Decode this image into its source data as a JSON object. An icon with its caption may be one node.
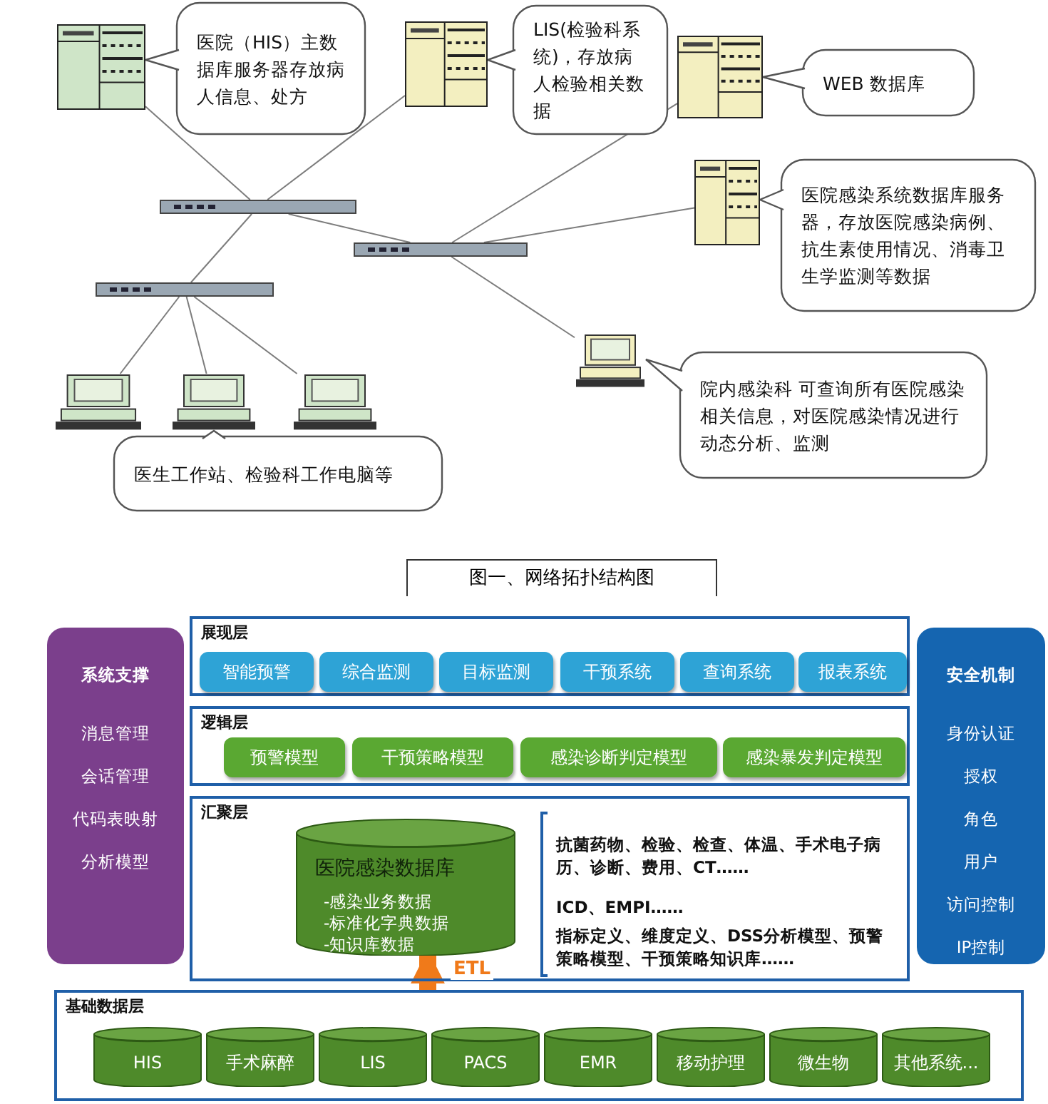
{
  "diagram": {
    "caption": "图一、网络拓扑结构图",
    "nodes": [
      {
        "text": [],
        "shape": "picture",
        "beside": [
          "医院（HIS）主数据库服务器存放病人信息、处方"
        ]
      },
      {
        "text": [],
        "shape": "picture",
        "beside": [
          "LIS(检验科系统)，存放病人检验相关数据"
        ]
      },
      {
        "text": [],
        "shape": "picture",
        "beside": [
          "WEB 数据库"
        ]
      },
      {
        "text": [],
        "shape": "bar"
      },
      {
        "text": [],
        "shape": "bar"
      },
      {
        "text": [],
        "shape": "bar"
      },
      {
        "text": [],
        "shape": "picture",
        "beside": [
          "医院感染系统数据库服务器，存放医院感染病例、抗生素使用情况、消毒卫生学监测等数据"
        ]
      },
      {
        "text": [],
        "shape": "picture",
        "beside": [
          "院内感染科 可查询所有医院感染相关信息，对医院感染情况进行动态分析、监测"
        ]
      },
      {
        "text": [],
        "shape": "picture"
      },
      {
        "text": [],
        "shape": "picture",
        "beside": [
          "医生工作站、检验科工作电脑等"
        ]
      },
      {
        "text": [],
        "shape": "picture"
      },
      {
        "text": [
          "系统支撑",
          "消息管理",
          "会话管理",
          "代码表映射",
          "分析模型"
        ]
      },
      {
        "text": [
          "展现层"
        ]
      },
      {
        "text": [
          "智能预警"
        ],
        "in": 12
      },
      {
        "text": [
          "综合监测"
        ],
        "in": 12
      },
      {
        "text": [
          "目标监测"
        ],
        "in": 12
      },
      {
        "text": [
          "干预系统"
        ],
        "in": 12
      },
      {
        "text": [
          "查询系统"
        ],
        "in": 12
      },
      {
        "text": [
          "报表系统"
        ],
        "in": 12
      },
      {
        "text": [
          "逻辑层"
        ]
      },
      {
        "text": [
          "预警模型"
        ],
        "in": 19
      },
      {
        "text": [
          "干预策略模型"
        ],
        "in": 19
      },
      {
        "text": [
          "感染诊断判定模型"
        ],
        "in": 19
      },
      {
        "text": [
          "感染暴发判定模型"
        ],
        "in": 19
      },
      {
        "text": [
          "汇聚层"
        ]
      },
      {
        "text": [
          "医院感染数据库",
          "-感染业务数据",
          "-标准化字典数据",
          "-知识库数据"
        ],
        "in": 24
      },
      {
        "text": [
          "基础数据层"
        ]
      },
      {
        "text": [
          "HIS"
        ],
        "in": 26
      },
      {
        "text": [
          "手术麻醉"
        ],
        "in": 26
      },
      {
        "text": [
          "LIS"
        ],
        "in": 26
      },
      {
        "text": [
          "PACS"
        ],
        "in": 26
      },
      {
        "text": [
          "EMR"
        ],
        "in": 26
      },
      {
        "text": [
          "移动护理"
        ],
        "in": 26
      },
      {
        "text": [
          "微生物"
        ],
        "in": 26
      },
      {
        "text": [
          "其他系统..."
        ],
        "in": 26
      },
      {
        "text": [
          "安全机制",
          "身份认证",
          "授权",
          "角色",
          "用户",
          "访问控制",
          "IP控制"
        ]
      }
    ],
    "edges": [
      {
        "from": 0,
        "to": 3,
        "arrow": "none"
      },
      {
        "from": 1,
        "to": 3,
        "arrow": "none"
      },
      {
        "from": 3,
        "to": 5,
        "arrow": "none"
      },
      {
        "from": 3,
        "to": 4,
        "arrow": "none"
      },
      {
        "from": 2,
        "to": 4,
        "arrow": "none"
      },
      {
        "from": 6,
        "to": 4,
        "arrow": "none"
      },
      {
        "from": 4,
        "to": 7,
        "arrow": "none"
      },
      {
        "from": 5,
        "to": 8,
        "arrow": "none"
      },
      {
        "from": 5,
        "to": 9,
        "arrow": "none"
      },
      {
        "from": 5,
        "to": 10,
        "arrow": "none"
      },
      {
        "from": 26,
        "to": 25,
        "arrow": "to",
        "label": "ETL",
        "style": "thick",
        "color": "#f07a1a"
      }
    ],
    "labels": [
      "抗菌药物、检验、检查、体温、手术电子病历、诊断、费用、CT……",
      "ICD、EMPI……",
      "指标定义、维度定义、DSS分析模型、预警策略模型、干预策略知识库……"
    ]
  }
}
